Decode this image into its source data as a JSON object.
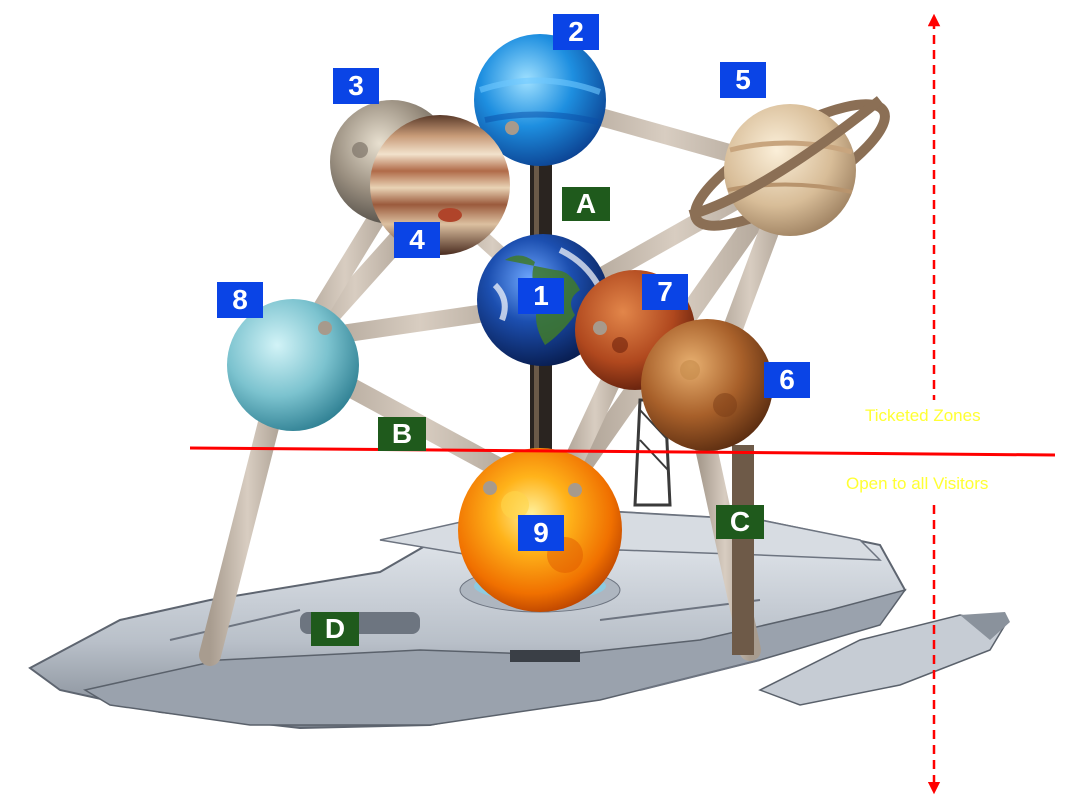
{
  "legend": {
    "upper_label": "Ticketed Zones",
    "lower_label": "Open to all Visitors",
    "label_color": "#ffff33",
    "divider_color": "#ff0000"
  },
  "planet_badges": [
    {
      "id": "1",
      "label": "1",
      "depicts": "earth"
    },
    {
      "id": "2",
      "label": "2",
      "depicts": "neptune"
    },
    {
      "id": "3",
      "label": "3",
      "depicts": "mercury"
    },
    {
      "id": "4",
      "label": "4",
      "depicts": "jupiter"
    },
    {
      "id": "5",
      "label": "5",
      "depicts": "saturn"
    },
    {
      "id": "6",
      "label": "6",
      "depicts": "venus"
    },
    {
      "id": "7",
      "label": "7",
      "depicts": "mars"
    },
    {
      "id": "8",
      "label": "8",
      "depicts": "uranus"
    },
    {
      "id": "9",
      "label": "9",
      "depicts": "sun"
    }
  ],
  "zone_badges": [
    {
      "id": "A",
      "label": "A"
    },
    {
      "id": "B",
      "label": "B"
    },
    {
      "id": "C",
      "label": "C"
    },
    {
      "id": "D",
      "label": "D"
    }
  ],
  "colors": {
    "planet_badge": "#0a44e6",
    "zone_badge": "#1f5a1c",
    "strut": "#c9bcae",
    "ship_hull": "#c4cad2"
  }
}
